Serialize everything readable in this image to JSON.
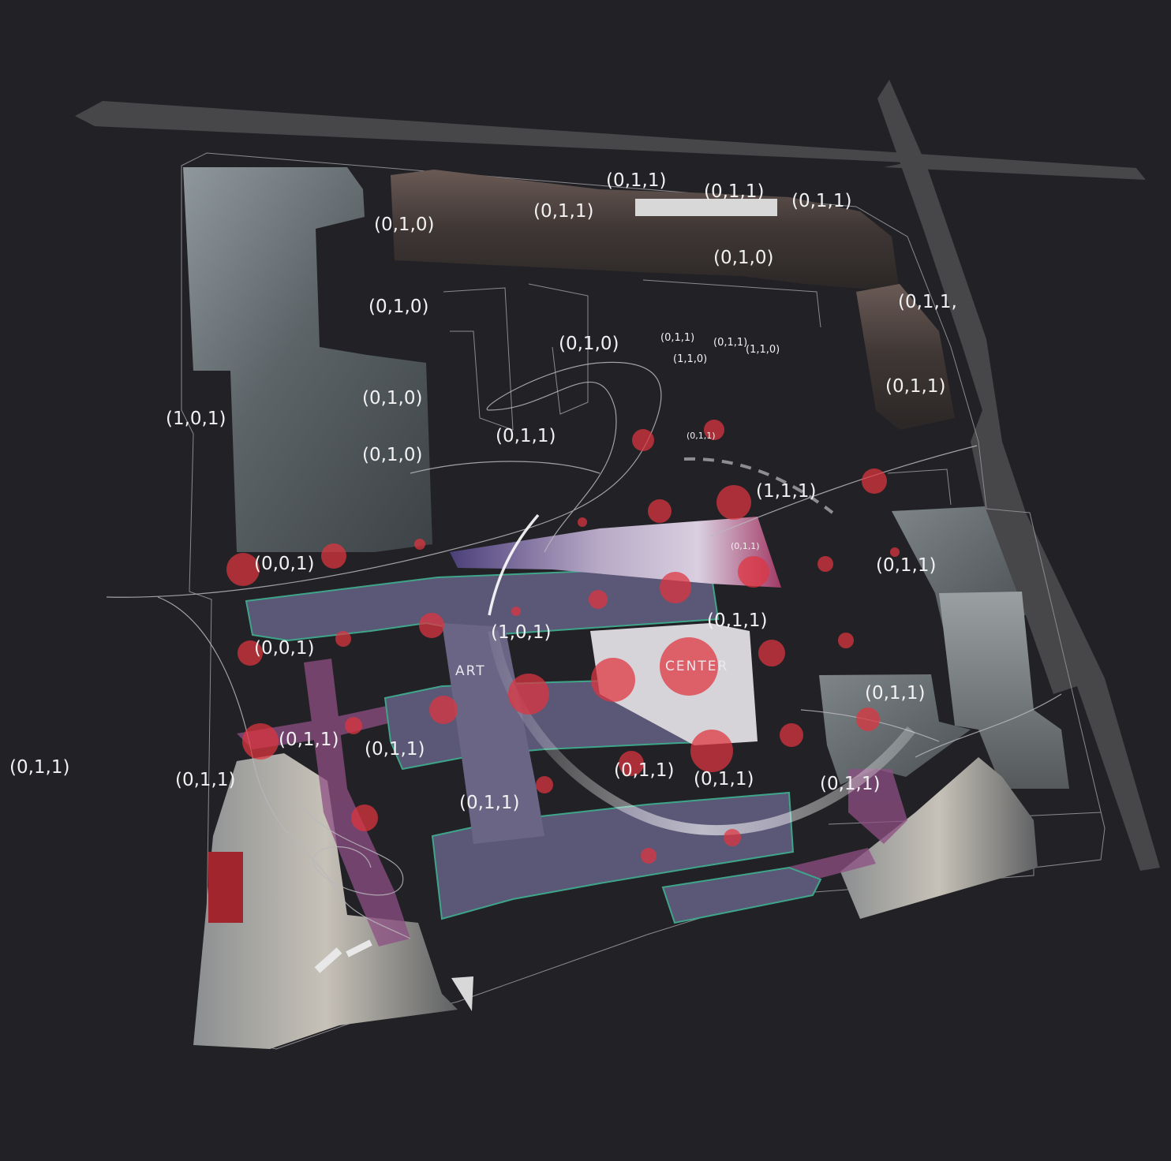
{
  "diagram": {
    "center_words": [
      "ART",
      "CENTER"
    ],
    "coordinate_labels": [
      "(0,1,1)",
      "(0,1,1)",
      "(0,1,1)",
      "(0,1,0)",
      "(0,1,1)",
      "(0,1,0)",
      "(0,1,1,",
      "(0,1,0)",
      "(0,1,0)",
      "(0,1,1)",
      "(0,1,1)",
      "(1,1,0)",
      "(1,1,0)",
      "(1,0,1)",
      "(0,1,0)",
      "(0,1,1)",
      "(0,1,0)",
      "(0,1,1)",
      "(1,1,1)",
      "(0,1,1)",
      "(0,0,1)",
      "(0,1,1)",
      "(1,0,1)",
      "(0,1,1)",
      "(0,0,1)",
      "(0,1,1)",
      "(0,1,1)",
      "(0,1,1)",
      "(0,1,1)",
      "(0,1,1)",
      "(0,1,1)",
      "(0,1,1)",
      "(0,1,1)",
      "(0,1,1)",
      "(0,1,1)"
    ],
    "colors": {
      "background": "#222226",
      "road": "#47474a",
      "circle": "#e0343f",
      "building": "#5b5777",
      "building_edge": "#3fa58a",
      "path": "#8e4f84",
      "texture": "#6f7478"
    }
  }
}
